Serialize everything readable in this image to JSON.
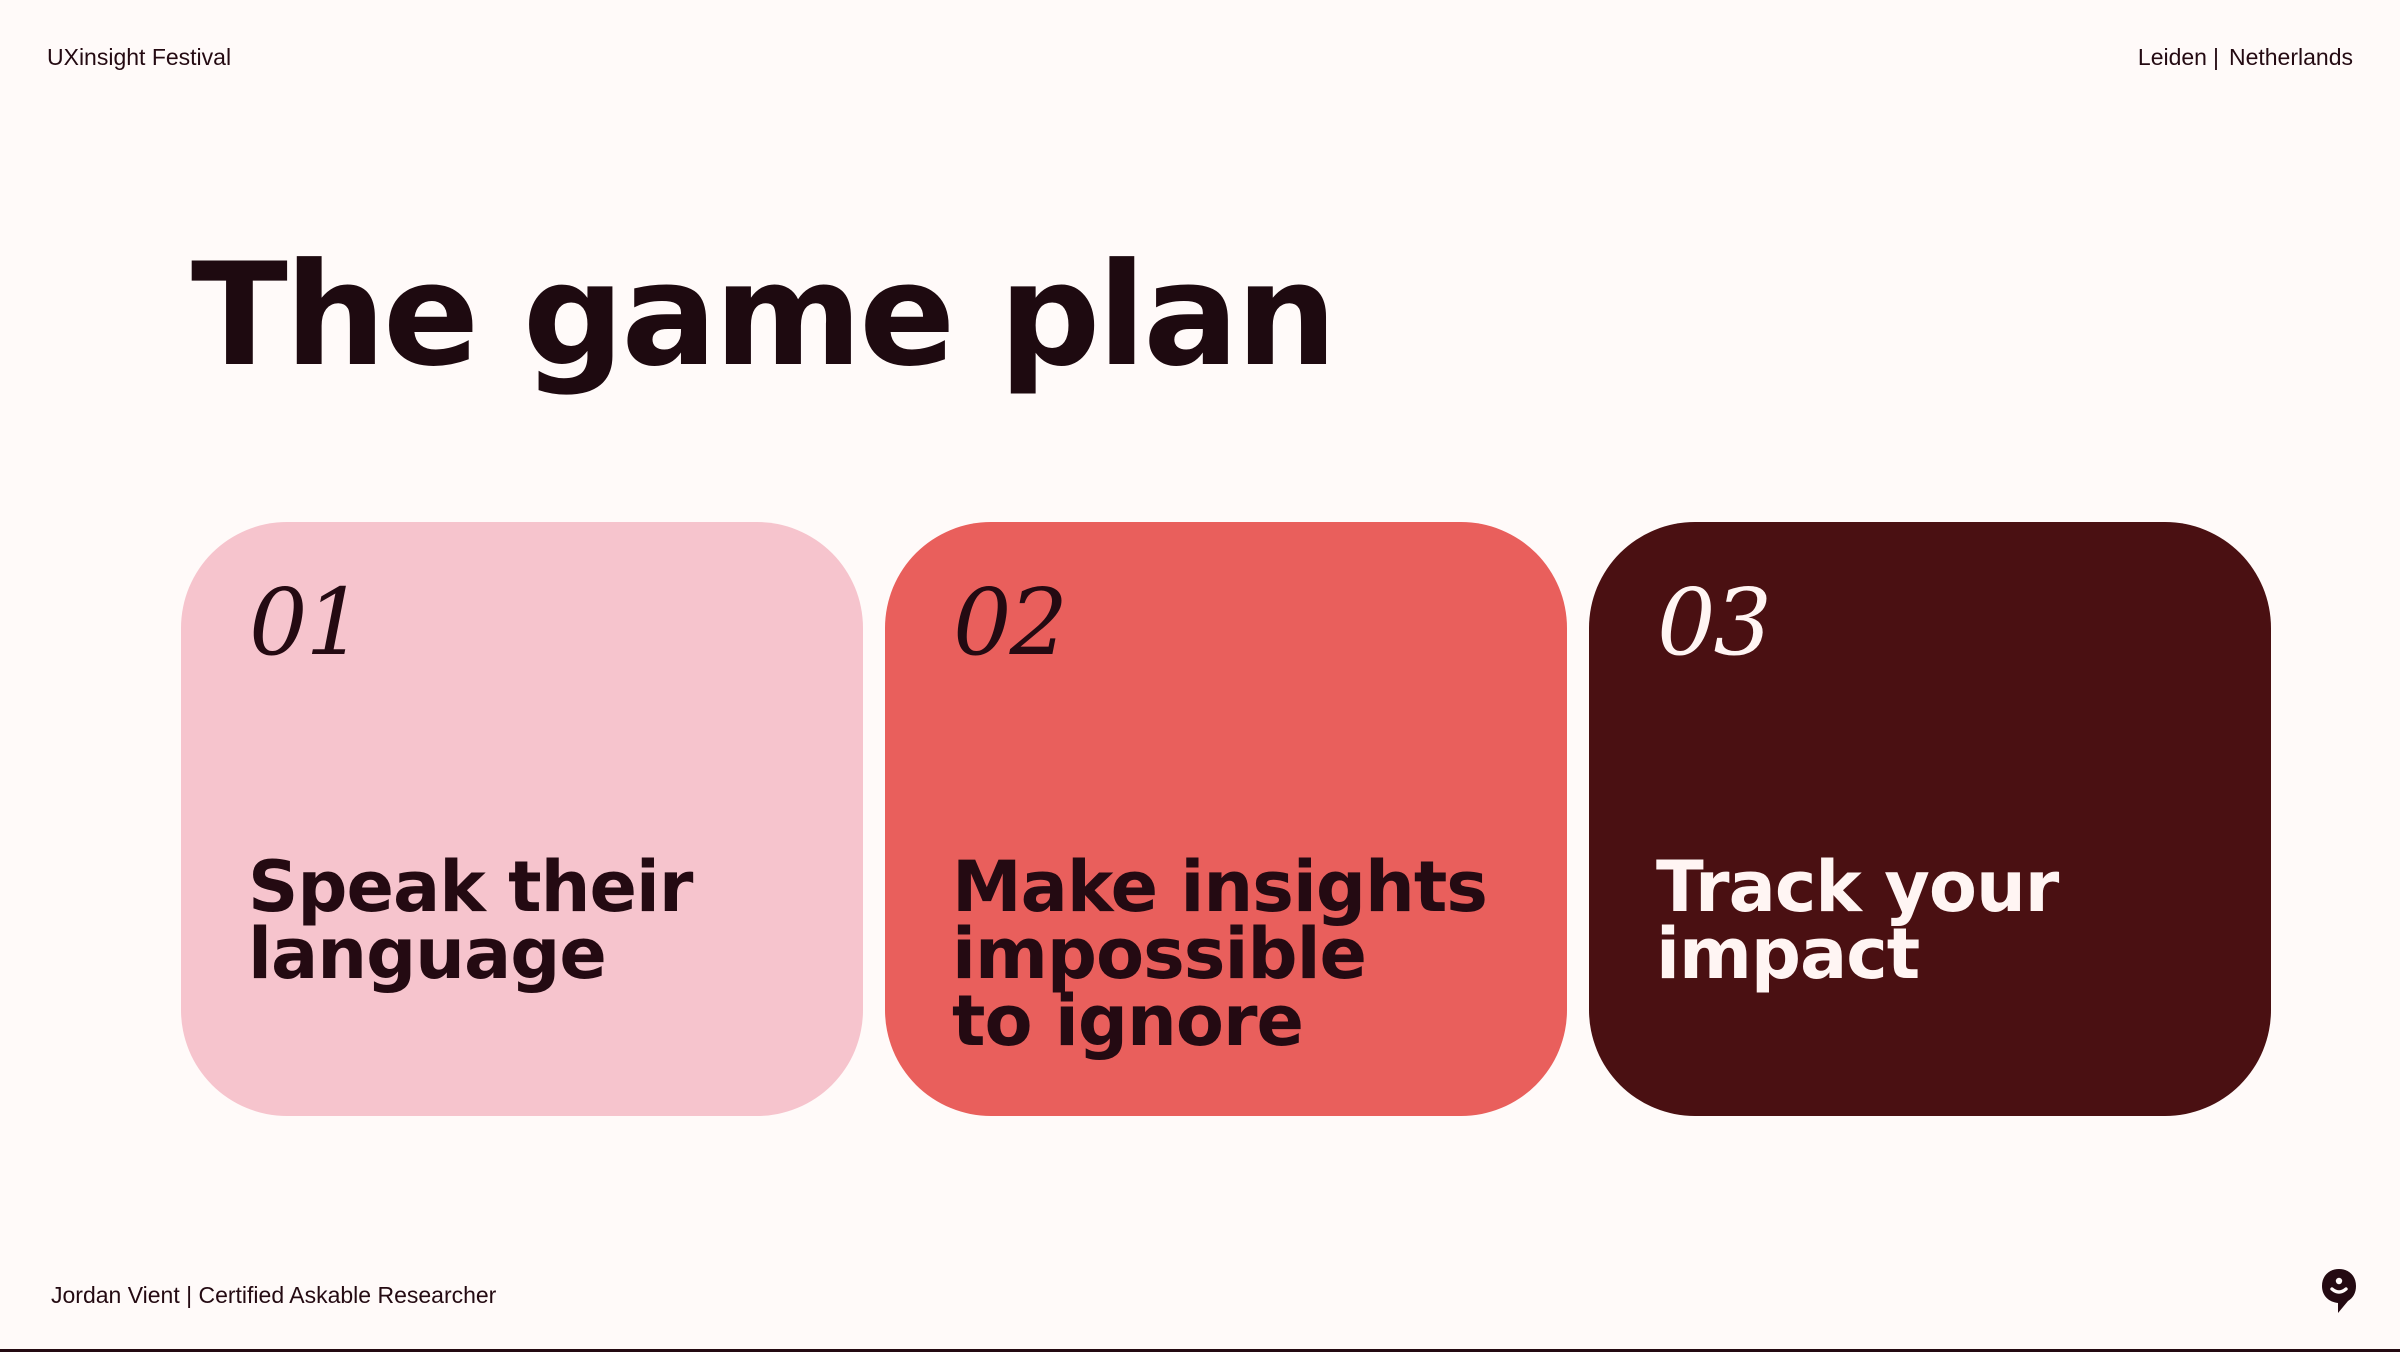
{
  "header": {
    "event": "UXinsight Festival",
    "city": "Leiden",
    "separator": "|",
    "country": "Netherlands"
  },
  "slide": {
    "title": "The game plan"
  },
  "cards": [
    {
      "number": "01",
      "label": "Speak their\nlanguage",
      "color": "#F6C4CD"
    },
    {
      "number": "02",
      "label": "Make insights\nimpossible\nto ignore",
      "color": "#E95F5C"
    },
    {
      "number": "03",
      "label": "Track your\nimpact",
      "color": "#4A1012"
    }
  ],
  "footer": {
    "presenter": "Jordan Vient | Certified Askable Researcher",
    "logo_icon": "speech-bubble-logo-icon"
  },
  "colors": {
    "background": "#FFFAF9",
    "text": "#240A12"
  }
}
